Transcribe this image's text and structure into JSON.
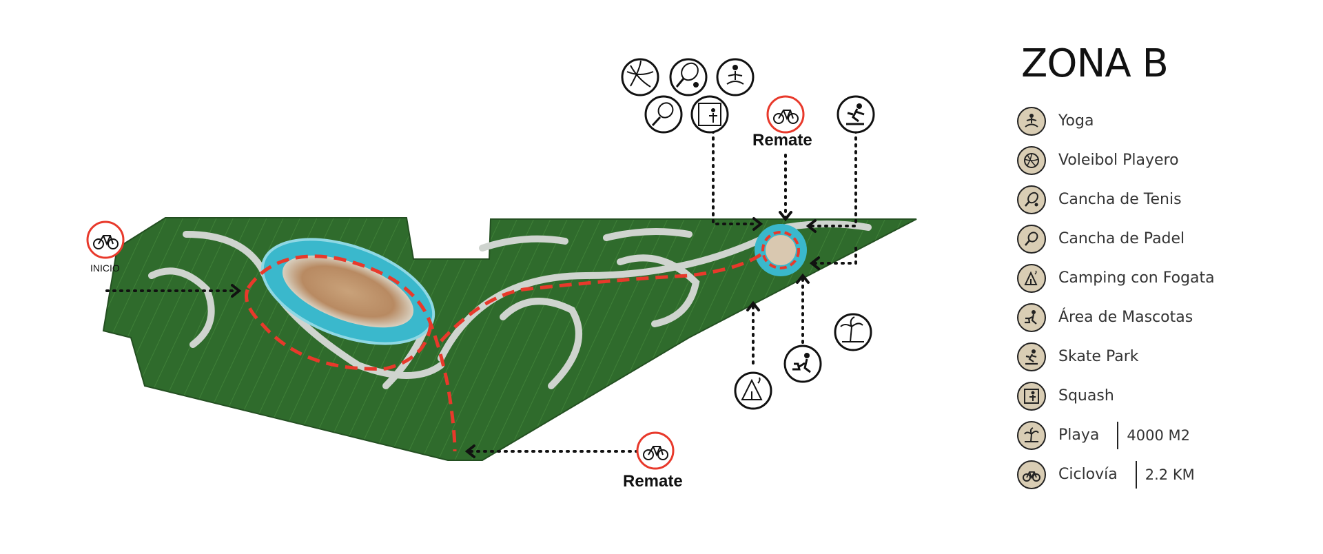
{
  "legend": {
    "title": "ZONA B",
    "items": [
      {
        "label": "Yoga",
        "icon": "yoga-icon"
      },
      {
        "label": "Voleibol Playero",
        "icon": "volleyball-icon"
      },
      {
        "label": "Cancha de Tenis",
        "icon": "tennis-icon"
      },
      {
        "label": "Cancha de Padel",
        "icon": "padel-icon"
      },
      {
        "label": "Camping con Fogata",
        "icon": "tent-icon"
      },
      {
        "label": "Área de Mascotas",
        "icon": "pet-icon"
      },
      {
        "label": "Skate Park",
        "icon": "skate-icon"
      },
      {
        "label": "Squash",
        "icon": "squash-icon"
      },
      {
        "label": "Playa",
        "icon": "palm-icon",
        "extra": "4000 M2"
      },
      {
        "label": "Ciclovía",
        "icon": "bike-icon",
        "extra": "2.2 KM"
      }
    ]
  },
  "map": {
    "start_label": "INICIO",
    "end_label_top": "Remate",
    "end_label_bottom": "Remate"
  },
  "colors": {
    "grass": "#2f6b2c",
    "road": "#cfd4cf",
    "water": "#3ab8cc",
    "route": "#e8392b",
    "legend_bg": "#d9cdb4"
  }
}
